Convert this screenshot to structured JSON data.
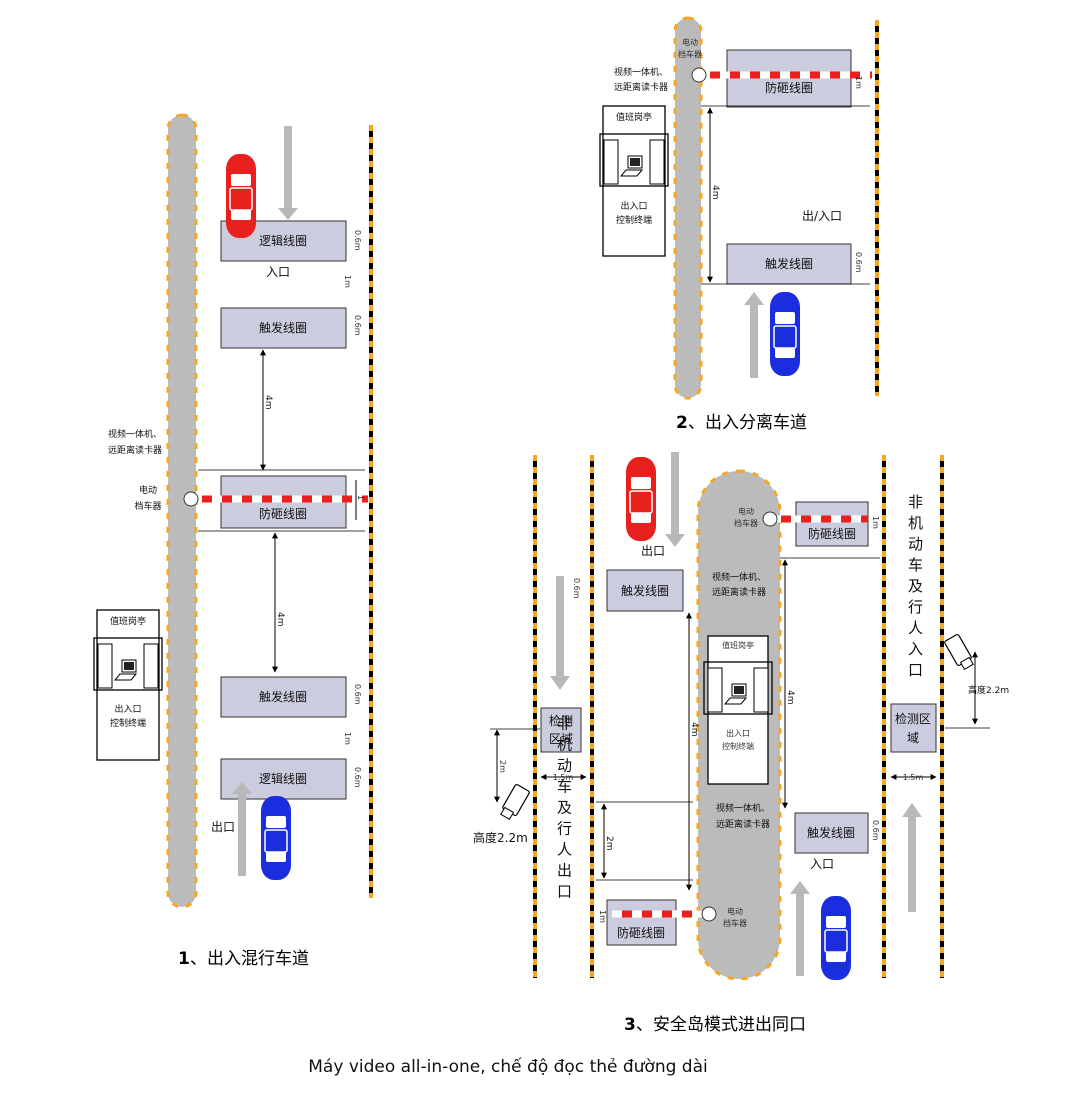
{
  "colors": {
    "island": "#bbbbbb",
    "island_border": "#f5a623",
    "loop_fill": "#ccccdf",
    "curb_dash": "#f5a623",
    "barrier_red": "#e8201e",
    "arrow": "#b8b8b8",
    "car_red": "#e8201e",
    "car_blue": "#1a2ee0"
  },
  "icons": [
    "red-car-icon",
    "blue-car-icon",
    "camera-icon",
    "terminal-icon",
    "barrier-icon"
  ],
  "diagram1": {
    "title_num": "1",
    "title_text": "、出入混行车道",
    "logic_loop_top": "逻辑线圈",
    "trigger_loop_top": "触发线圈",
    "anti_smash_loop": "防砸线圈",
    "trigger_loop_bottom": "触发线圈",
    "logic_loop_bottom": "逻辑线圈",
    "entrance": "入口",
    "exit": "出口",
    "camera_label_1": "视频一体机、",
    "camera_label_2": "远距离读卡器",
    "barrier_label_1": "电动",
    "barrier_label_2": "档车器",
    "booth": "值班岗亭",
    "terminal_1": "出入口",
    "terminal_2": "控制终端",
    "dim_4m_a": "4m",
    "dim_4m_b": "4m",
    "dim_06_a": "0.6m",
    "dim_1m_a": "1m",
    "dim_06_b": "0.6m",
    "dim_1_a": "1",
    "dim_06_c": "0.6m",
    "dim_1m_b": "1m",
    "dim_06_d": "0.6m"
  },
  "diagram2": {
    "title_num": "2",
    "title_text": "、出入分离车道",
    "anti_smash_loop": "防砸线圈",
    "trigger_loop": "触发线圈",
    "in_out": "出/入口",
    "camera_label_1": "视频一体机、",
    "camera_label_2": "远距离读卡器",
    "barrier_label_1": "电动",
    "barrier_label_2": "档车器",
    "booth": "值班岗亭",
    "terminal_1": "出入口",
    "terminal_2": "控制终端",
    "dim_4m": "4m",
    "dim_1m": "1m",
    "dim_06": "0.6m"
  },
  "diagram3": {
    "title_num": "3",
    "title_text": "、安全岛模式进出同口",
    "trigger_loop_exit": "触发线圈",
    "anti_smash_top": "防砸线圈",
    "trigger_loop_entry": "触发线圈",
    "anti_smash_bottom": "防砸线圈",
    "exit": "出口",
    "entrance": "入口",
    "detect_left": "检测区域",
    "detect_right": "检测区域",
    "camera_label_top_1": "视频一体机、",
    "camera_label_top_2": "远距离读卡器",
    "camera_label_bot_1": "视频一体机、",
    "camera_label_bot_2": "远距离读卡器",
    "barrier_top_1": "电动",
    "barrier_top_2": "档车器",
    "barrier_bot_1": "电动",
    "barrier_bot_2": "档车器",
    "booth": "值班岗亭",
    "terminal_1": "出入口",
    "terminal_2": "控制终端",
    "pedestrian_exit": "非机动车及行人出口",
    "pedestrian_entry": "非机动车及行人入口",
    "height_left": "高度2.2m",
    "height_right": "高度2.2m",
    "dim_15_left": "1.5m",
    "dim_15_right": "1.5m",
    "dim_2m_left": "2m",
    "dim_2m_center": "2m",
    "dim_4m_left": "4m",
    "dim_4m_right": "4m",
    "dim_1m_top": "1m",
    "dim_1m_bottom": "1m",
    "dim_06_left": "0.6m",
    "dim_06_right": "0.6m"
  },
  "caption": "Máy video all-in-one, chế độ đọc thẻ đường dài"
}
